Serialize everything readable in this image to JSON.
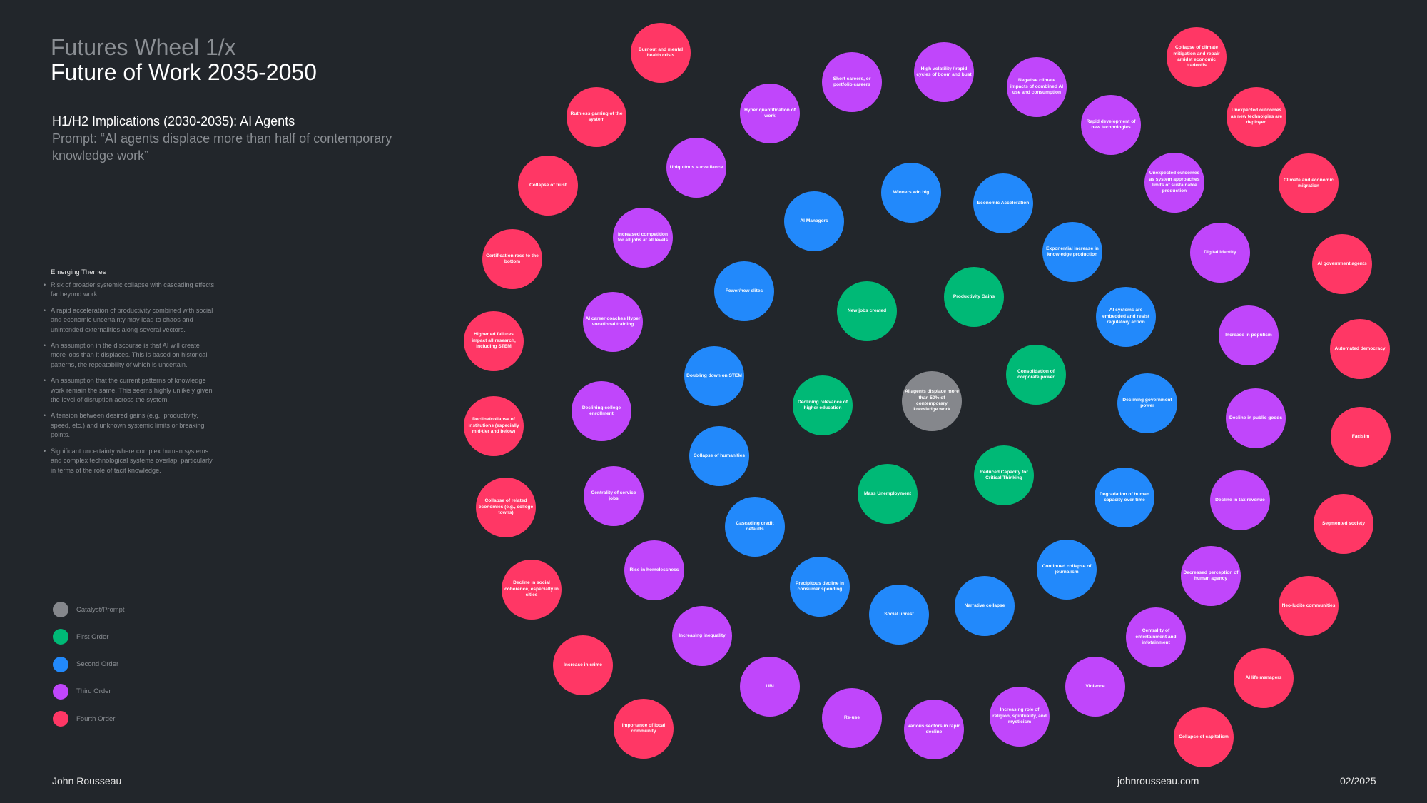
{
  "header": {
    "subtitle": "Futures Wheel 1/x",
    "title": "Future of Work 2035-2050",
    "implications": "H1/H2 Implications (2030-2035): AI Agents",
    "prompt": "Prompt: “AI agents displace more than half of contemporary knowledge work”"
  },
  "themes": {
    "heading": "Emerging Themes",
    "items": [
      "Risk of broader systemic collapse with cascading effects far beyond work.",
      "A rapid acceleration of productivity combined with social and economic uncertainty may lead to chaos and unintended externalities along several vectors.",
      "An assumption in the discourse is that AI will create more jobs than it displaces. This is based on historical patterns, the repeatability of which is uncertain.",
      "An assumption that the current patterns of knowledge work remain the same. This seems highly unlikely given the level of disruption across the system.",
      "A tension between desired gains (e.g., productivity, speed, etc.) and unknown systemic limits or breaking points.",
      "Significant uncertainty where complex human systems and complex technological systems overlap, particularly in terms of the role of tacit knowledge."
    ]
  },
  "legend": [
    {
      "label": "Catalyst/Prompt",
      "color": "#85878c"
    },
    {
      "label": "First Order",
      "color": "#00b976"
    },
    {
      "label": "Second Order",
      "color": "#2289fb"
    },
    {
      "label": "Third Order",
      "color": "#c046fb"
    },
    {
      "label": "Fourth Order",
      "color": "#ff3765"
    }
  ],
  "colors": {
    "background": "#22262b",
    "catalyst": "#85878c",
    "first": "#00b976",
    "second": "#2289fb",
    "third": "#c046fb",
    "fourth": "#ff3765"
  },
  "nodes": {
    "catalyst": "AI agents displace more than 50% of contemporary knowledge work",
    "first": [
      "New jobs created",
      "Productivity Gains",
      "Consolidation of corporate power",
      "Reduced Capacity for Critical Thinking",
      "Mass Unemployment",
      "Declining relevance of higher education"
    ],
    "second": [
      "AI Managers",
      "Winners win big",
      "Economic Acceleration",
      "Exponential increase in knowledge production",
      "AI systems are embedded and resist regulatory action",
      "Declining government power",
      "Degradation of human capacity over time",
      "Continued collapse of journalism",
      "Narrative collapse",
      "Social unrest",
      "Precipitous decline in consumer spending",
      "Cascading credit defaults",
      "Collapse of humanities",
      "Doubling down on STEM",
      "Fewer/new elites"
    ],
    "third": [
      "Hyper quantification of work",
      "Short careers, or portfolio careers",
      "High volatility / rapid cycles of boom and bust",
      "Negative climate impacts of combined AI use and consumption",
      "Rapid development of new technologies",
      "Unexpected outcomes as system approaches limits of sustainable production",
      "Digital identity",
      "Increase in populism",
      "Decline in public goods",
      "Decline in tax revenue",
      "Decreased perception of human agency",
      "Centrality of entertainment and infotainment",
      "Violence",
      "Increasing role of religion, spirituality, and mysticism",
      "Various sectors in rapid decline",
      "Re-use",
      "UBI",
      "Increasing inequality",
      "Rise in homelessness",
      "Centrality of service jobs",
      "Declining college enrollment",
      "AI career coaches Hyper vocational training",
      "Increased competition for all jobs at all levels",
      "Ubiquitous surveillance"
    ],
    "fourth": [
      "Burnout and mental health crisis",
      "Ruthless gaming of the system",
      "Collapse of trust",
      "Certification race to the bottom",
      "Higher ed failures impact all research, including STEM",
      "Decline/collapse of institutions (especially mid-tier and below)",
      "Collapse of related economies (e.g., college towns)",
      "Decline in social coherence, especially in cities",
      "Increase in crime",
      "Importance of local community",
      "Collapse of climate mitigation and repair amidst economic tradeoffs",
      "Unexpected outcomes as new technolgies are deployed",
      "Climate and economic migration",
      "AI government agents",
      "Automated democracy",
      "Facisim",
      "Segmented society",
      "Neo-ludite communities",
      "AI life managers",
      "Collapse of capitalism"
    ]
  },
  "footer": {
    "author": "John Rousseau",
    "website": "johnrousseau.com",
    "date": "02/2025"
  }
}
